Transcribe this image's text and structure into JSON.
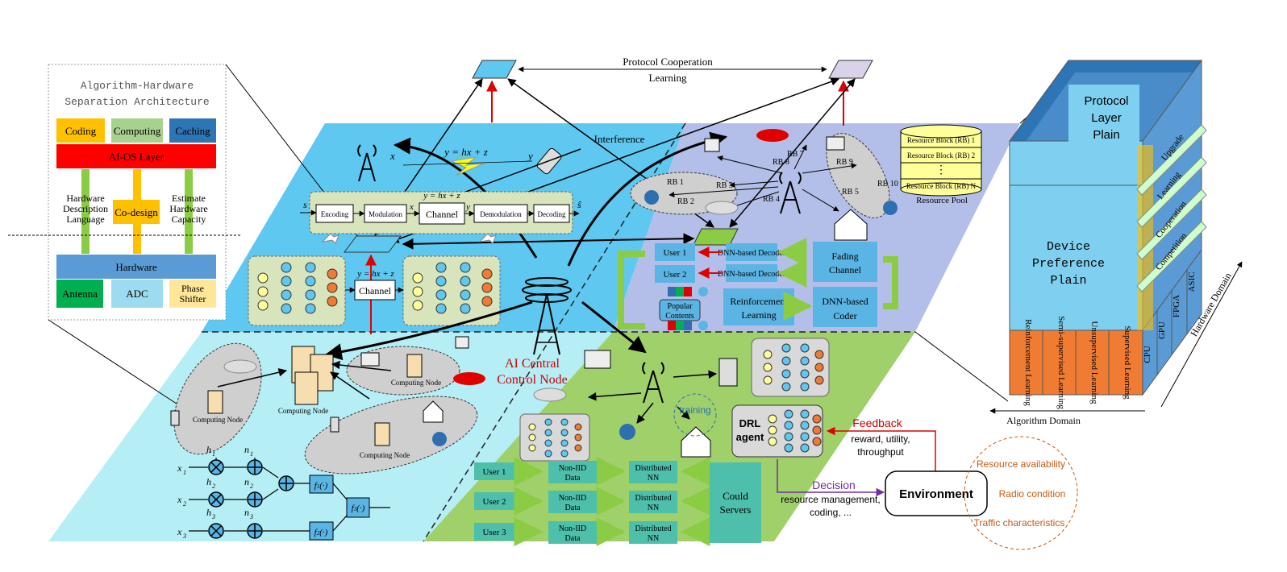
{
  "left_panel": {
    "title_line1": "Algorithm-Hardware",
    "title_line2": "Separation Architecture",
    "top_boxes": [
      "Coding",
      "Computing",
      "Caching"
    ],
    "aios": "AI-OS Layer",
    "codesign": "Co-design",
    "hdl_lines": [
      "Hardware",
      "Description",
      "Language"
    ],
    "estimate_lines": [
      "Estimate",
      "Hardware",
      "Capacity"
    ],
    "hardware": "Hardware",
    "bottom_boxes": [
      "Antenna",
      "ADC",
      "Phase",
      "Shifter"
    ]
  },
  "top": {
    "protocol_coop_line1": "Protocol Cooperation",
    "protocol_coop_line2": "Learning"
  },
  "q1": {
    "interference": "Interference",
    "eq": "y = hx + z",
    "x": "x",
    "y": "y",
    "chain": [
      "Encoding",
      "Modulation",
      "Channel",
      "Demodulation",
      "Decoding"
    ],
    "s": "s",
    "shat": "ŝ",
    "chain_x": "x",
    "chain_y": "y",
    "nn_channel": "Channel"
  },
  "q2": {
    "rbs": [
      "RB 1",
      "RB 2",
      "RB 3",
      "RB 4",
      "RB 5",
      "RB 7",
      "RB 8",
      "RB 9",
      "RB 10"
    ],
    "pool_items": [
      "Resource Block (RB) 1",
      "Resource Block (RB) 2",
      "Resource Block (RB) N"
    ],
    "pool_label": "Resource Pool",
    "users": [
      "User 1",
      "User 2"
    ],
    "decoders": [
      "DNN-based Decoder",
      "DNN-based Decoder"
    ],
    "fading": [
      "Fading",
      "Channel"
    ],
    "popular": [
      "Popular",
      "Contents"
    ],
    "rl": [
      "Reinforcement",
      "Learning"
    ],
    "coder": [
      "DNN-based",
      "Coder"
    ]
  },
  "q3": {
    "computing_node": "Computing Node",
    "labels": {
      "h1": "h",
      "h2": "h",
      "h3": "h",
      "n": "n",
      "x": "x",
      "f": "f"
    },
    "subs": [
      "1",
      "2",
      "3"
    ]
  },
  "center": {
    "ai_line1": "AI Central",
    "ai_line2": "Control Node"
  },
  "q4": {
    "training": "training",
    "drl_line1": "DRL",
    "drl_line2": "agent",
    "users": [
      "User 1",
      "User 2",
      "User 3"
    ],
    "noniid": [
      "Non-IID",
      "Data"
    ],
    "dnn": [
      "Distributed",
      "NN"
    ],
    "cloud": [
      "Could",
      "Servers"
    ]
  },
  "env": {
    "feedback": "Feedback",
    "feedback_sub_line1": "reward, utility,",
    "feedback_sub_line2": "throughput",
    "decision": "Decision",
    "decision_sub_line1": "resource management,",
    "decision_sub_line2": "coding, ...",
    "environment": "Environment",
    "factors": [
      "Resource availability",
      "Radio condition",
      "Traffic characteristics"
    ]
  },
  "cube": {
    "protocol": [
      "Protocol",
      "Layer",
      "Plain"
    ],
    "device": [
      "Device",
      "Preference",
      "Plain"
    ],
    "diagonals": [
      "Upgrade",
      "Learning",
      "Cooperation",
      "Competition"
    ],
    "algos": [
      "Reinforcement Learning",
      "Semi-supervised Learning",
      "Unsupervised Learning",
      "Supervised Learning"
    ],
    "hw": [
      "CPU",
      "GPU",
      "FPGA",
      "ASIC"
    ],
    "algo_domain": "Algorithm Domain",
    "hw_domain": "Hardware Domain"
  },
  "colors": {
    "q1": "#5ec8f0",
    "q2": "#b3bfe8",
    "q3": "#b6eef6",
    "q4": "#9fd06a",
    "panel_blue": "#5aa6dc",
    "orange": "#f07c34",
    "red_text": "#cc0000"
  }
}
